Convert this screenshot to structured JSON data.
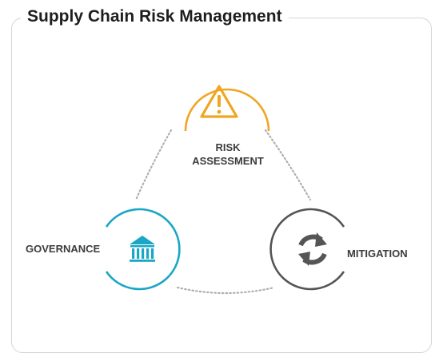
{
  "title": "Supply Chain Risk Management",
  "nodes": {
    "risk_assessment": {
      "label_line1": "RISK",
      "label_line2": "ASSESSMENT",
      "icon": "warning-icon",
      "color": "#f0a622"
    },
    "governance": {
      "label": "GOVERNANCE",
      "icon": "bank-building-icon",
      "color": "#1aa6c4"
    },
    "mitigation": {
      "label": "MITIGATION",
      "icon": "sync-arrows-icon",
      "color": "#555555"
    }
  },
  "colors": {
    "frame": "#d5d5d5",
    "connector": "#b0b0b0",
    "title_text": "#1e1e1e",
    "label_text": "#3c3c3c"
  }
}
